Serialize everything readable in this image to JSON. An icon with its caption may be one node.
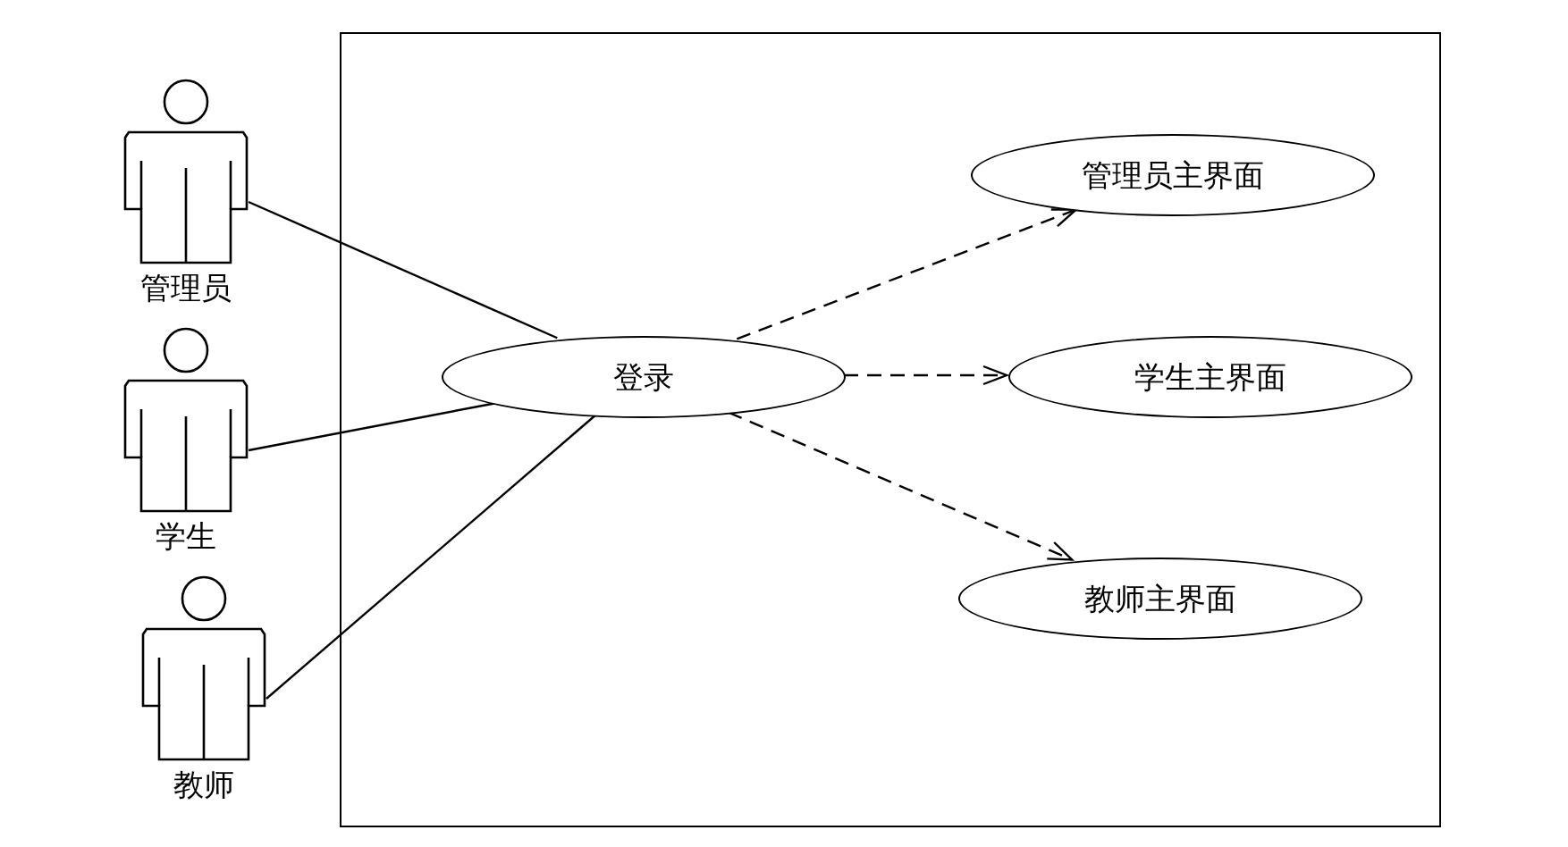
{
  "diagram": {
    "nodes": [
      {
        "text": [
          "管理员"
        ]
      },
      {
        "text": [
          "学生"
        ]
      },
      {
        "text": [
          "教师"
        ]
      },
      {
        "text": [],
        "shape": "box"
      },
      {
        "text": [
          "登录"
        ],
        "in": 3
      },
      {
        "text": [
          "管理员主界面"
        ],
        "in": 3
      },
      {
        "text": [
          "学生主界面"
        ],
        "in": 3
      },
      {
        "text": [
          "教师主界面"
        ],
        "in": 3
      }
    ],
    "edges": [
      {
        "from": 0,
        "to": 4,
        "arrow": "none"
      },
      {
        "from": 1,
        "to": 4,
        "arrow": "none"
      },
      {
        "from": 2,
        "to": 4,
        "arrow": "none"
      },
      {
        "from": 4,
        "to": 5,
        "arrow": "to",
        "style": "dashed"
      },
      {
        "from": 4,
        "to": 6,
        "arrow": "to",
        "style": "dashed"
      },
      {
        "from": 4,
        "to": 7,
        "arrow": "to",
        "style": "dashed"
      }
    ]
  }
}
